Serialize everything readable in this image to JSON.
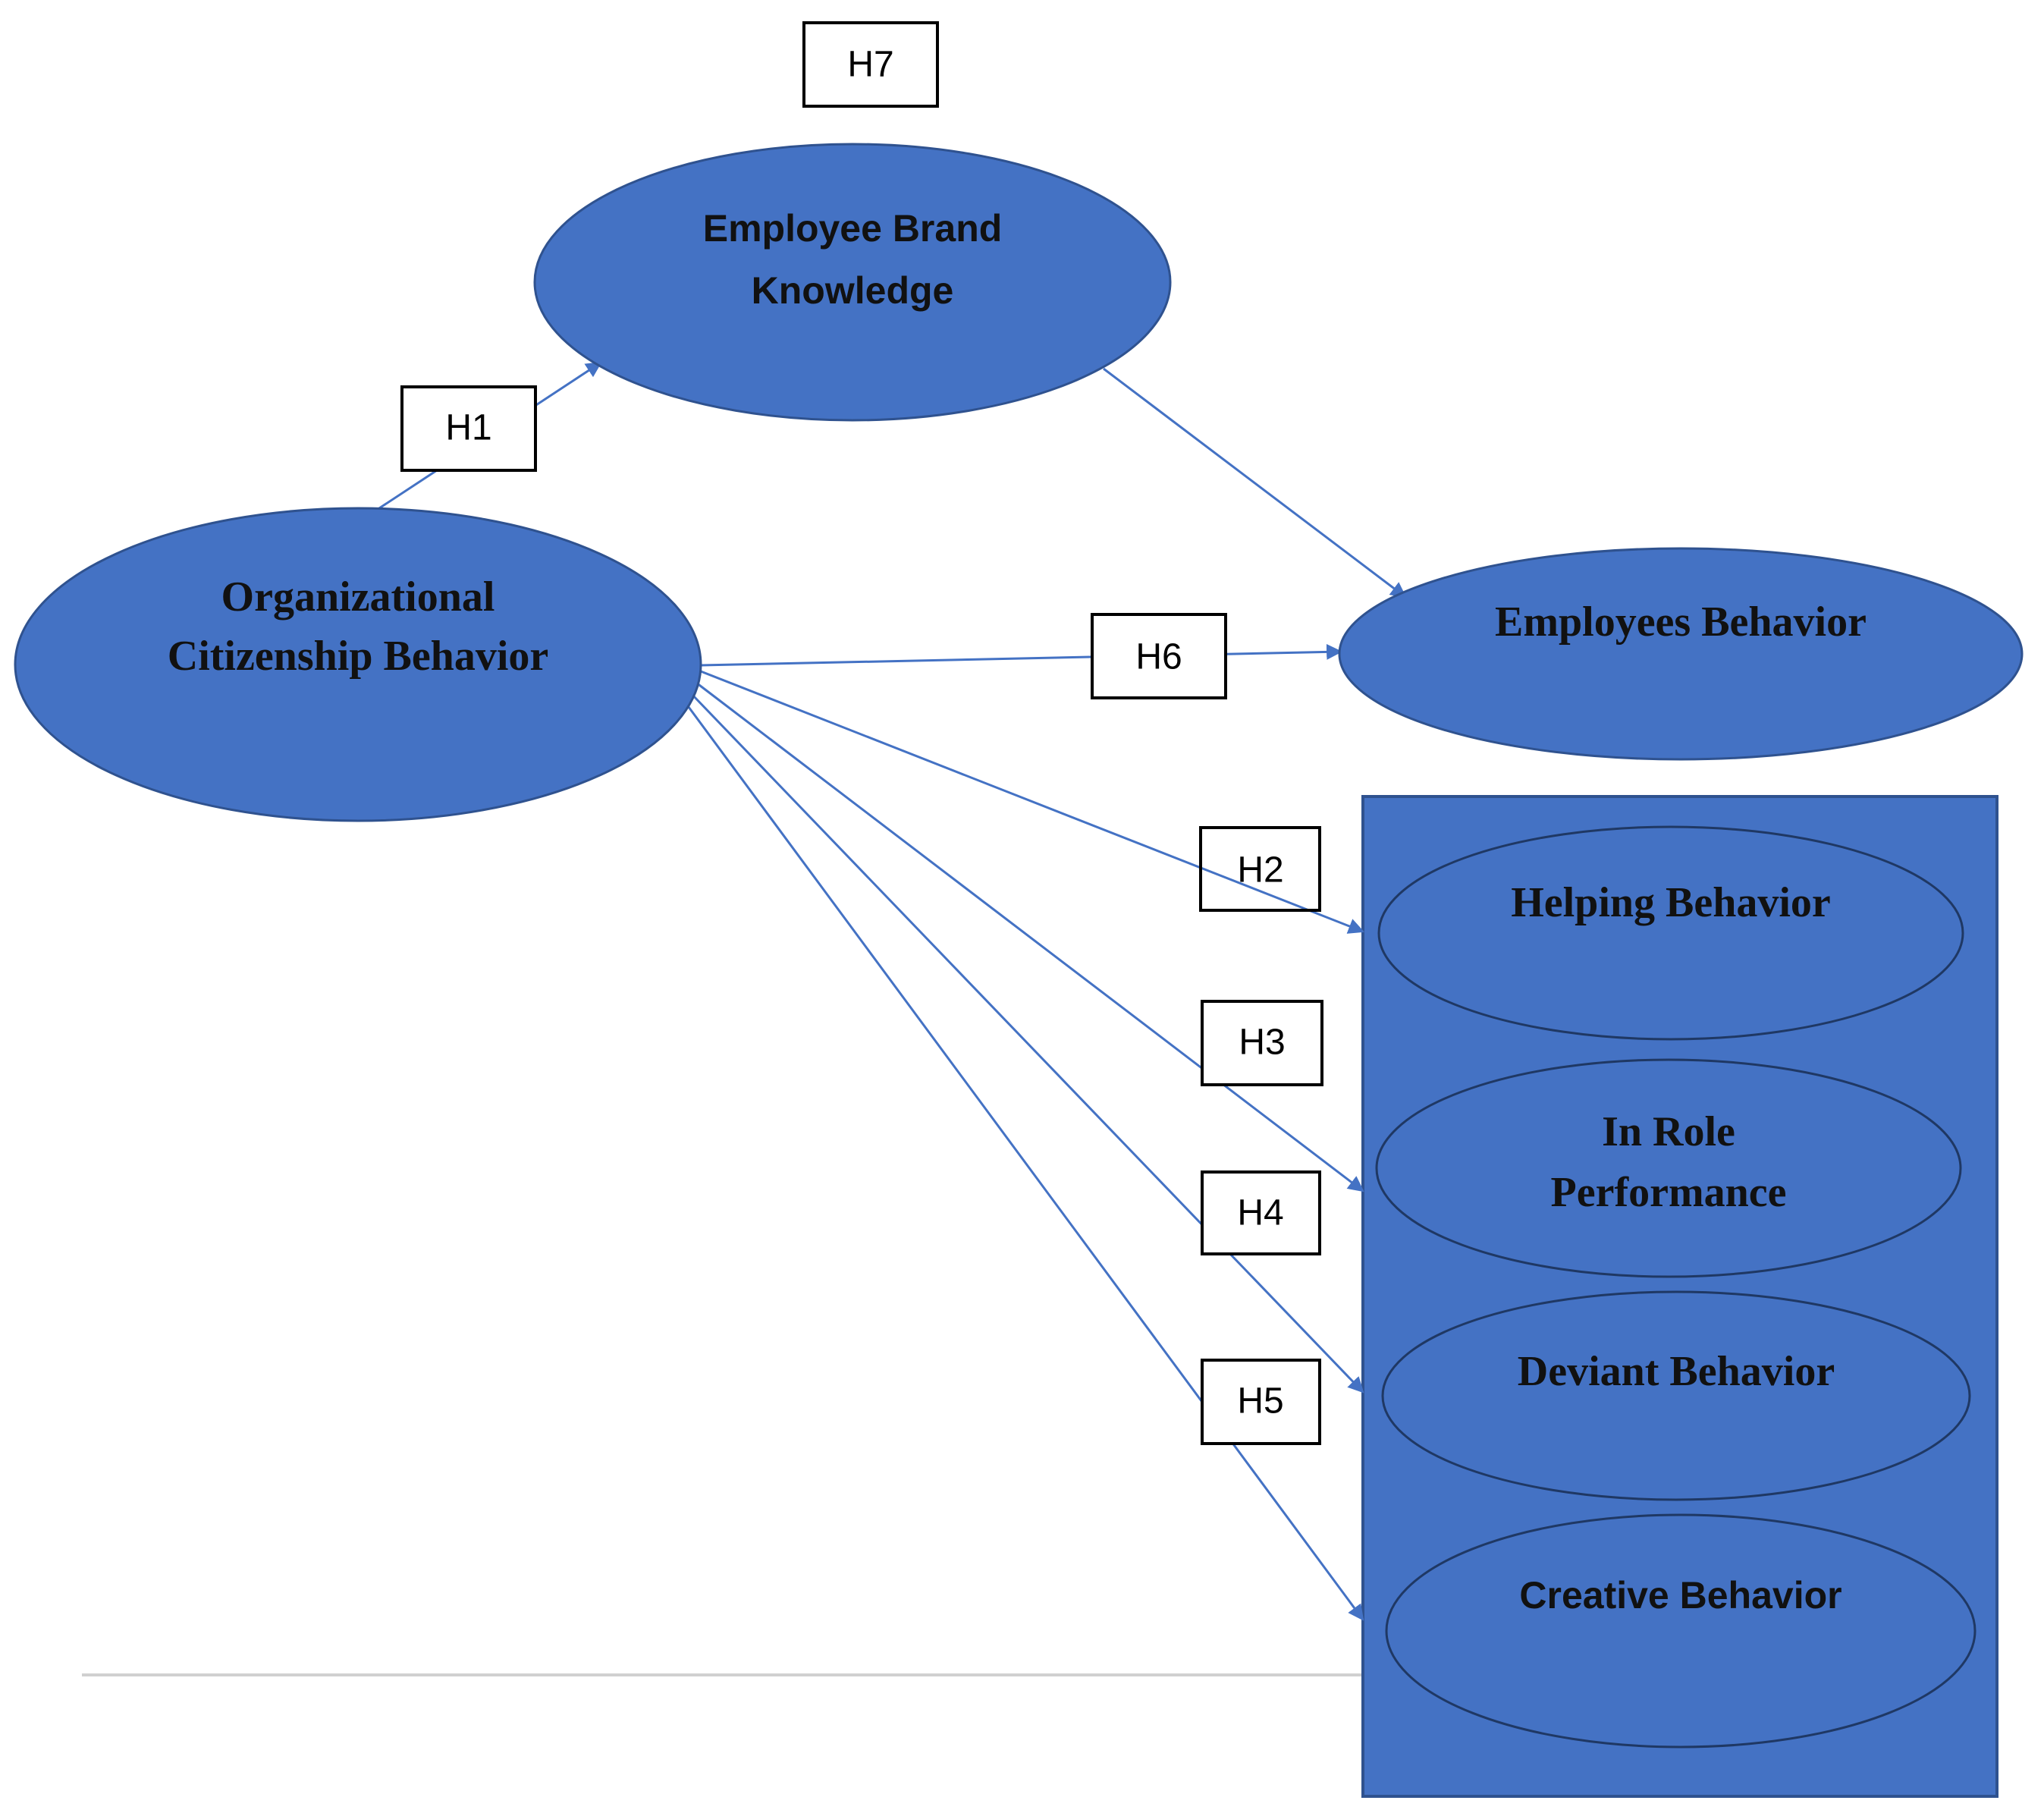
{
  "nodes": {
    "ocb": {
      "line1": "Organizational",
      "line2": "Citizenship Behavior"
    },
    "ebk": {
      "line1": "Employee Brand",
      "line2": "Knowledge"
    },
    "eb": {
      "label": "Employees Behavior"
    },
    "helping": {
      "label": "Helping Behavior"
    },
    "inrole": {
      "line1": "In Role",
      "line2": "Performance"
    },
    "deviant": {
      "label": "Deviant Behavior"
    },
    "creative": {
      "label": "Creative Behavior"
    }
  },
  "hypotheses": {
    "h1": "H1",
    "h2": "H2",
    "h3": "H3",
    "h4": "H4",
    "h5": "H5",
    "h6": "H6",
    "h7": "H7"
  },
  "colors": {
    "node_fill": "#4472c4",
    "arrow": "#4472c4",
    "label_box_border": "#000000"
  }
}
